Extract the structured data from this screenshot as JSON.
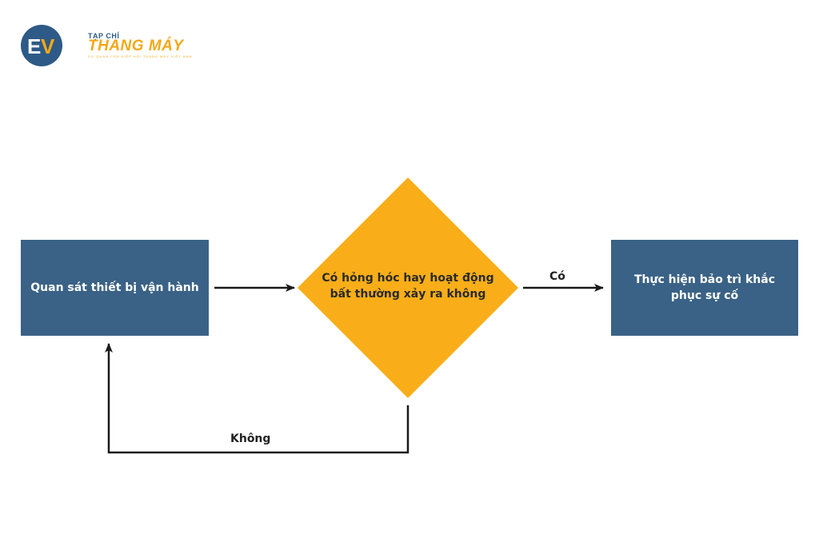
{
  "logo": {
    "monogram": "EV",
    "small_text": "TẠP CHÍ",
    "big_text": "THANG MÁY",
    "tagline": "CƠ QUAN CỦA HIỆP HỘI THANG MÁY VIỆT NAM",
    "colors": {
      "circle": "#2d5a86",
      "accent": "#f3a818"
    }
  },
  "flowchart": {
    "nodes": {
      "observe": "Quan sát thiết bị vận hành",
      "decision": "Có hỏng hóc hay hoạt động bất thường xảy ra không",
      "repair": "Thực hiện bảo trì khắc phục sự cố"
    },
    "edges": {
      "yes": "Có",
      "no": "Không"
    },
    "colors": {
      "process_box": "#3a6286",
      "decision": "#f9ae19",
      "arrow": "#1a1a1a"
    }
  }
}
